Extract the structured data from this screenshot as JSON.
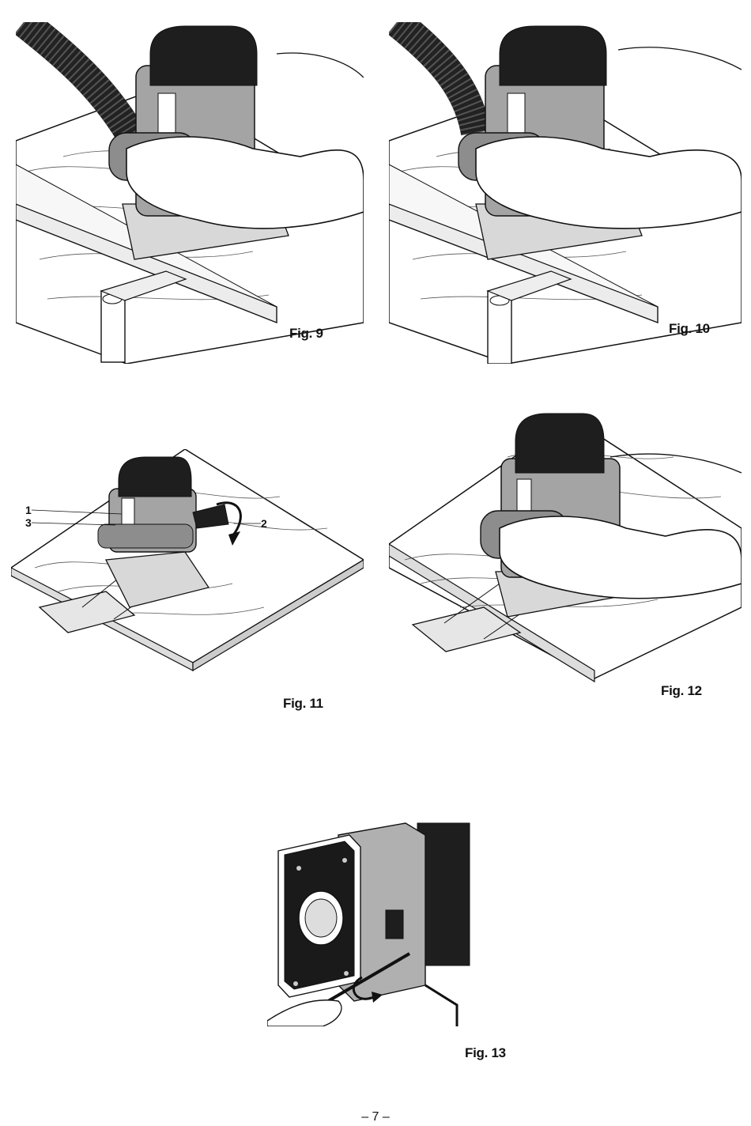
{
  "figures": [
    {
      "caption": "Fig. 9"
    },
    {
      "caption": "Fig. 10"
    },
    {
      "caption": "Fig. 11",
      "callouts": [
        "1",
        "3",
        "2"
      ]
    },
    {
      "caption": "Fig. 12"
    },
    {
      "caption": "Fig. 13"
    }
  ],
  "page_number": "– 7 –",
  "colors": {
    "ink": "#111111",
    "tool_body": "#9a9a9a",
    "tool_dark": "#1e1e1e",
    "wood": "#ffffff"
  }
}
